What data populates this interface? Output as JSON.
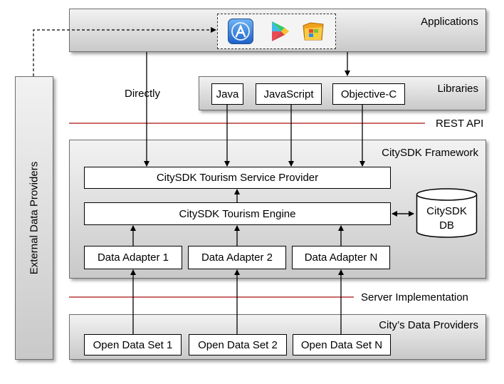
{
  "applications": {
    "title": "Applications",
    "icons": [
      "app-store-icon",
      "google-play-icon",
      "windows-store-icon"
    ]
  },
  "libraries": {
    "title": "Libraries",
    "items": [
      "Java",
      "JavaScript",
      "Objective-C"
    ]
  },
  "directly_label": "Directly",
  "rest_api_label": "REST API",
  "framework": {
    "title": "CitySDK Framework",
    "service_provider": "CitySDK Tourism Service Provider",
    "engine": "CitySDK Tourism Engine",
    "db_lines": [
      "CitySDK",
      "DB"
    ],
    "adapters": [
      "Data Adapter 1",
      "Data Adapter 2",
      "Data Adapter N"
    ]
  },
  "server_impl_label": "Server Implementation",
  "city_providers": {
    "title": "City’s Data Providers",
    "datasets": [
      "Open Data Set 1",
      "Open Data Set 2",
      "Open Data Set N"
    ]
  },
  "external_providers_label": "External Data Providers",
  "colors": {
    "separator": "#c0504d",
    "panel_top": "#f2f2f2",
    "panel_bottom": "#c9c9c9"
  }
}
